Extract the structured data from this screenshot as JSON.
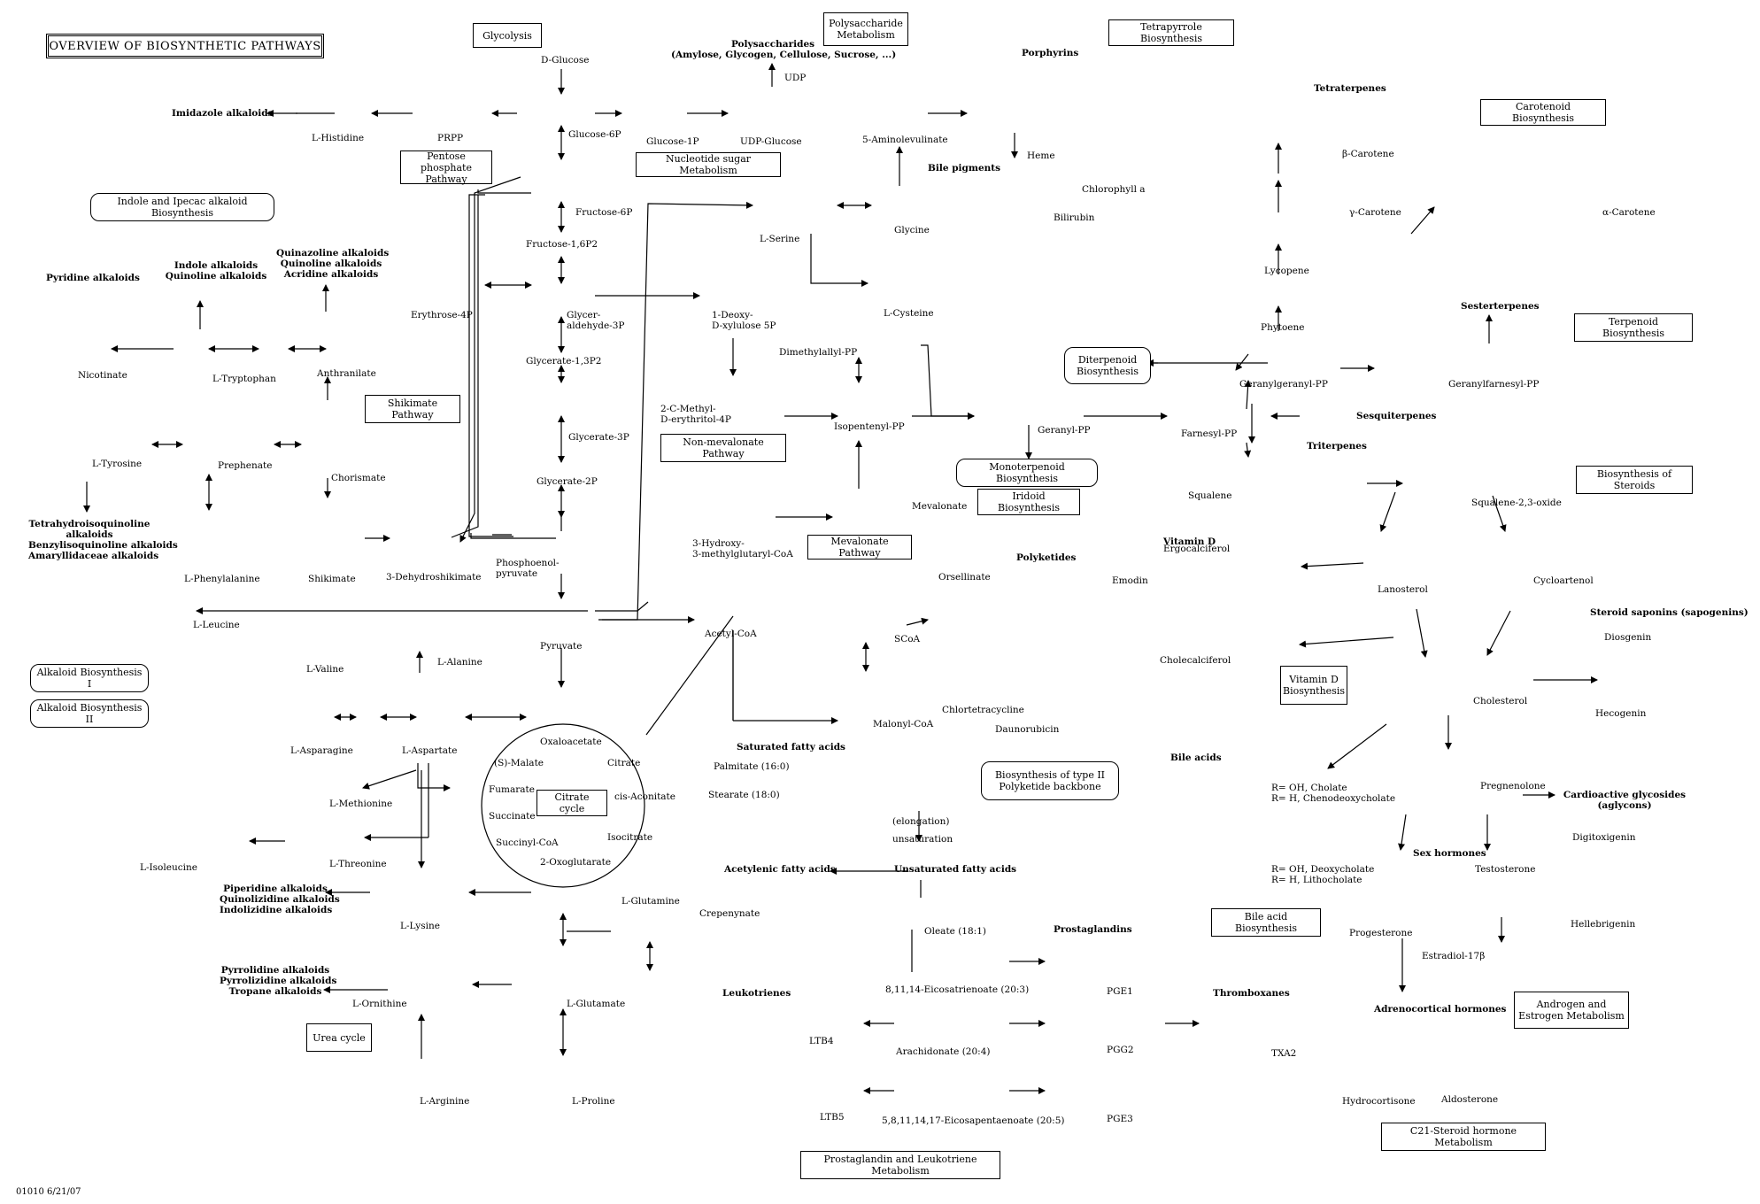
{
  "title": "OVERVIEW OF BIOSYNTHETIC PATHWAYS",
  "footer": "01010 6/21/07",
  "boxes": {
    "glycolysis": "Glycolysis",
    "polysaccharide": "Polysaccharide Metabolism",
    "tetrapyrrole": "Tetrapyrrole Biosynthesis",
    "carotenoid": "Carotenoid Biosynthesis",
    "pentose": "Pentose phosphate Pathway",
    "nucleotide_sugar": "Nucleotide sugar Metabolism",
    "indole_ipecac": "Indole and Ipecac alkaloid Biosynthesis",
    "shikimate": "Shikimate Pathway",
    "non_mevalonate": "Non-mevalonate Pathway",
    "mevalonate": "Mevalonate Pathway",
    "diterpenoid": "Diterpenoid Biosynthesis",
    "terpenoid": "Terpenoid Biosynthesis",
    "monoterpenoid": "Monoterpenoid Biosynthesis",
    "iridoid": "Iridoid Biosynthesis",
    "steroids": "Biosynthesis of Steroids",
    "alkaloid1": "Alkaloid Biosynthesis I",
    "alkaloid2": "Alkaloid Biosynthesis II",
    "citrate": "Citrate cycle",
    "polyketide": "Biosynthesis of type II Polyketide backbone",
    "vitamin_d": "Vitamin D Biosynthesis",
    "bile_acid": "Bile acid Biosynthesis",
    "androgen": "Androgen and Estrogen Metabolism",
    "urea": "Urea cycle",
    "c21": "C21-Steroid hormone Metabolism",
    "prostaglandin": "Prostaglandin and Leukotriene Metabolism"
  },
  "labels": {
    "d_glucose": "D-Glucose",
    "glucose6p": "Glucose-6P",
    "glucose1p": "Glucose-1P",
    "udp_glucose": "UDP-Glucose",
    "udp": "UDP",
    "prpp": "PRPP",
    "histidine": "L-Histidine",
    "fructose6p": "Fructose-6P",
    "fructose16p2": "Fructose-1,6P2",
    "erythrose4p": "Erythrose-4P",
    "glyceraldehyde3p": "Glycer-\naldehyde-3P",
    "glycerate13p2": "Glycerate-1,3P2",
    "glycerate3p": "Glycerate-3P",
    "glycerate2p": "Glycerate-2P",
    "pep": "Phosphoenol-\npyruvate",
    "pyruvate": "Pyruvate",
    "acetyl_coa": "Acetyl-CoA",
    "oxaloacetate": "Oxaloacetate",
    "s_malate": "(S)-Malate",
    "fumarate": "Fumarate",
    "succinate": "Succinate",
    "succinyl_coa": "Succinyl-CoA",
    "oxoglutarate": "2-Oxoglutarate",
    "isocitrate": "Isocitrate",
    "cis_aconitate": "cis-Aconitate",
    "citrate": "Citrate",
    "nicotinate": "Nicotinate",
    "tryptophan": "L-Tryptophan",
    "anthranilate": "Anthranilate",
    "tyrosine": "L-Tyrosine",
    "prephenate": "Prephenate",
    "chorismate": "Chorismate",
    "phenylalanine": "L-Phenylalanine",
    "shikimate": "Shikimate",
    "dehydroshikimate": "3-Dehydroshikimate",
    "leucine": "L-Leucine",
    "valine": "L-Valine",
    "alanine": "L-Alanine",
    "asparagine": "L-Asparagine",
    "aspartate": "L-Aspartate",
    "methionine": "L-Methionine",
    "isoleucine": "L-Isoleucine",
    "threonine": "L-Threonine",
    "lysine": "L-Lysine",
    "ornithine": "L-Ornithine",
    "arginine": "L-Arginine",
    "glutamate": "L-Glutamate",
    "glutamine": "L-Glutamine",
    "proline": "L-Proline",
    "serine": "L-Serine",
    "glycine": "Glycine",
    "cysteine": "L-Cysteine",
    "aminolevulinate": "5-Aminolevulinate",
    "heme": "Heme",
    "bilirubin": "Bilirubin",
    "chlorophyll": "Chlorophyll a",
    "deoxyxylulose": "1-Deoxy-\nD-xylulose 5P",
    "methylerythritol": "2-C-Methyl-\nD-erythritol-4P",
    "dmapp": "Dimethylallyl-PP",
    "ipp": "Isopentenyl-PP",
    "mevalonate": "Mevalonate",
    "hmg_coa": "3-Hydroxy-\n3-methylglutaryl-CoA",
    "geranyl_pp": "Geranyl-PP",
    "farnesyl_pp": "Farnesyl-PP",
    "geranylgeranyl_pp": "Geranylgeranyl-PP",
    "geranylfarnesyl_pp": "Geranylfarnesyl-PP",
    "phytoene": "Phytoene",
    "lycopene": "Lycopene",
    "gamma_carotene": "γ-Carotene",
    "beta_carotene": "β-Carotene",
    "alpha_carotene": "α-Carotene",
    "squalene": "Squalene",
    "squalene_oxide": "Squalene-2,3-oxide",
    "lanosterol": "Lanosterol",
    "cycloartenol": "Cycloartenol",
    "ergocalciferol": "Ergocalciferol",
    "cholecalciferol": "Cholecalciferol",
    "cholesterol": "Cholesterol",
    "diosgenin": "Diosgenin",
    "hecogenin": "Hecogenin",
    "pregnenolone": "Pregnenolone",
    "cholate": "R= OH, Cholate\nR= H, Chenodeoxycholate",
    "deoxycholate": "R= OH, Deoxycholate\nR= H, Lithocholate",
    "digitoxigenin": "Digitoxigenin",
    "hellebrigenin": "Hellebrigenin",
    "testosterone": "Testosterone",
    "progesterone": "Progesterone",
    "estradiol": "Estradiol-17β",
    "hydrocortisone": "Hydrocortisone",
    "aldosterone": "Aldosterone",
    "orsellinate": "Orsellinate",
    "emodin": "Emodin",
    "chlortetracycline": "Chlortetracycline",
    "daunorubicin": "Daunorubicin",
    "malonyl_coa": "Malonyl-CoA",
    "scoa": "SCoA",
    "palmitate": "Palmitate (16:0)",
    "stearate": "Stearate (18:0)",
    "elongation": "(elongation)",
    "unsaturation": "unsaturation",
    "crepenynate": "Crepenynate",
    "oleate": "Oleate (18:1)",
    "eicosatrienoate": "8,11,14-Eicosatrienoate (20:3)",
    "arachidonate": "Arachidonate (20:4)",
    "eicosapentaenoate": "5,8,11,14,17-Eicosapentaenoate (20:5)",
    "pge1": "PGE1",
    "pgg2": "PGG2",
    "pge3": "PGE3",
    "txa2": "TXA2",
    "ltb4": "LTB4",
    "ltb5": "LTB5"
  },
  "headings": {
    "imidazole": "Imidazole alkaloids",
    "pyridine": "Pyridine alkaloids",
    "indole": "Indole alkaloids\nQuinoline alkaloids",
    "quinazoline": "Quinazoline alkaloids\nQuinoline alkaloids\nAcridine alkaloids",
    "tetrahydro": "Tetrahydroisoquinoline\nalkaloids\nBenzylisoquinoline alkaloids\nAmaryllidaceae alkaloids",
    "piperidine": "Piperidine alkaloids\nQuinolizidine alkaloids\nIndolizidine alkaloids",
    "pyrrolidine": "Pyrrolidine alkaloids\nPyrrolizidine alkaloids\nTropane alkaloids",
    "polysaccharides": "Polysaccharides\n(Amylose, Glycogen, Cellulose, Sucrose, ...)",
    "porphyrins": "Porphyrins",
    "bile_pigments": "Bile pigments",
    "tetraterpenes": "Tetraterpenes",
    "sesterterpenes": "Sesterterpenes",
    "sesquiterpenes": "Sesquiterpenes",
    "triterpenes": "Triterpenes",
    "vitamin_d": "Vitamin D",
    "steroid_saponins": "Steroid saponins (sapogenins)",
    "polyketides": "Polyketides",
    "saturated": "Saturated fatty acids",
    "unsaturated": "Unsaturated fatty acids",
    "acetylenic": "Acetylenic fatty acids",
    "prostaglandins": "Prostaglandins",
    "thromboxanes": "Thromboxanes",
    "leukotrienes": "Leukotrienes",
    "bile_acids": "Bile acids",
    "sex_hormones": "Sex hormones",
    "cardioactive": "Cardioactive glycosides\n(aglycons)",
    "adrenocortical": "Adrenocortical hormones"
  }
}
